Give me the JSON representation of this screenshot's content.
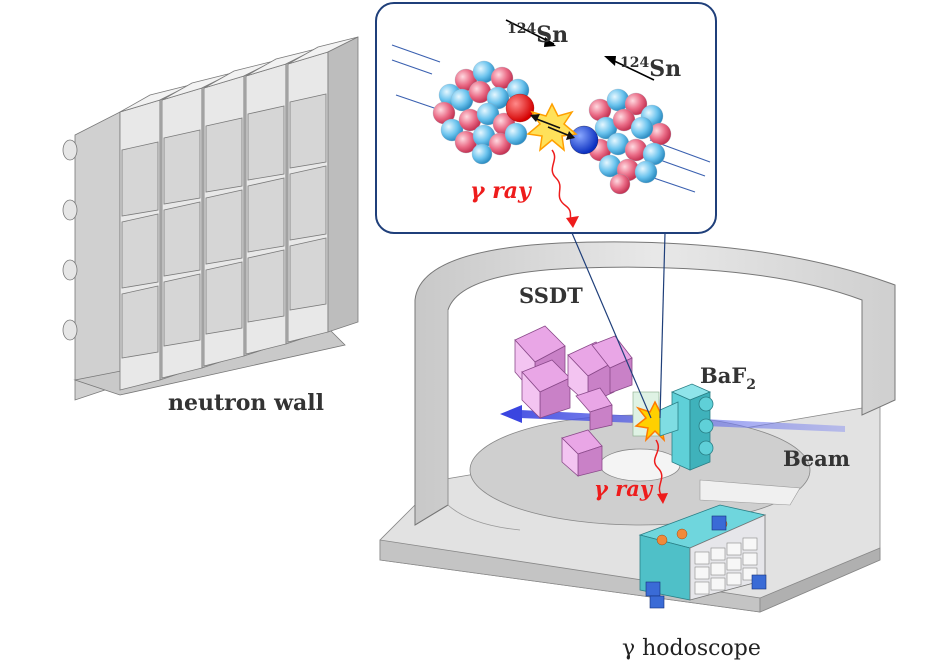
{
  "labels": {
    "neutron_wall": "neutron wall",
    "ssdt": "SSDT",
    "baf2_main": "BaF",
    "baf2_sub": "2",
    "beam": "Beam",
    "gamma_ray_inset": "γ ray",
    "gamma_ray_chamber": "γ ray",
    "gamma_hodoscope": "γ hodoscope",
    "sn_left_mass": "124",
    "sn_left_symbol": "Sn",
    "sn_right_mass": "124",
    "sn_right_symbol": "Sn"
  },
  "colors": {
    "gamma_text": "#ee1c1c",
    "label_text": "#333333",
    "inset_border": "#1f3f7a",
    "beam": "#5560e8",
    "ssdt_box": "#e59be0",
    "baf2_box": "#5fd0d8",
    "proton": "#e8506a",
    "neutron": "#58b8e8",
    "chamber_wall": "#d9d9d9",
    "neutron_wall_body": "#e4e4e4"
  }
}
